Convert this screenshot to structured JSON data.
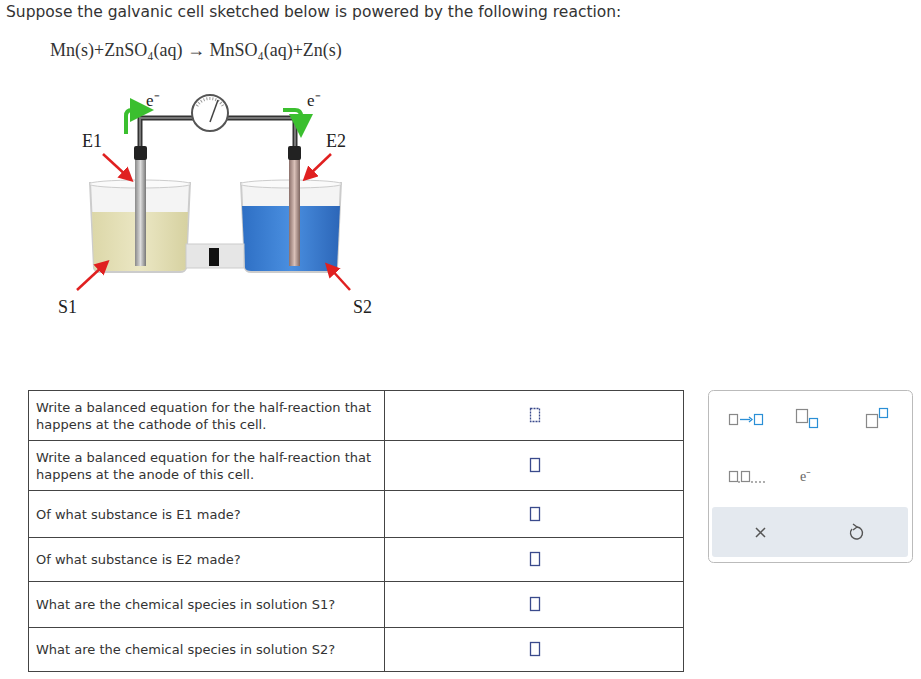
{
  "diagram": {
    "title": "Suppose the galvanic cell sketched below is powered by the following reaction:",
    "labels": [
      "Mn(s)+ZnSO₄(aq) → MnSO₄(aq)+Zn(s)",
      "e⁻",
      "e⁻",
      "E1",
      "E2",
      "S1",
      "S2",
      "Write a balanced equation for the half-reaction that happens at the cathode of this cell.",
      "Write a balanced equation for the half-reaction that happens at the anode of this cell.",
      "Of what substance is E1 made?",
      "Of what substance is E2 made?",
      "What are the chemical species in solution S1?",
      "What are the chemical species in solution S2?",
      "e⁻"
    ]
  }
}
